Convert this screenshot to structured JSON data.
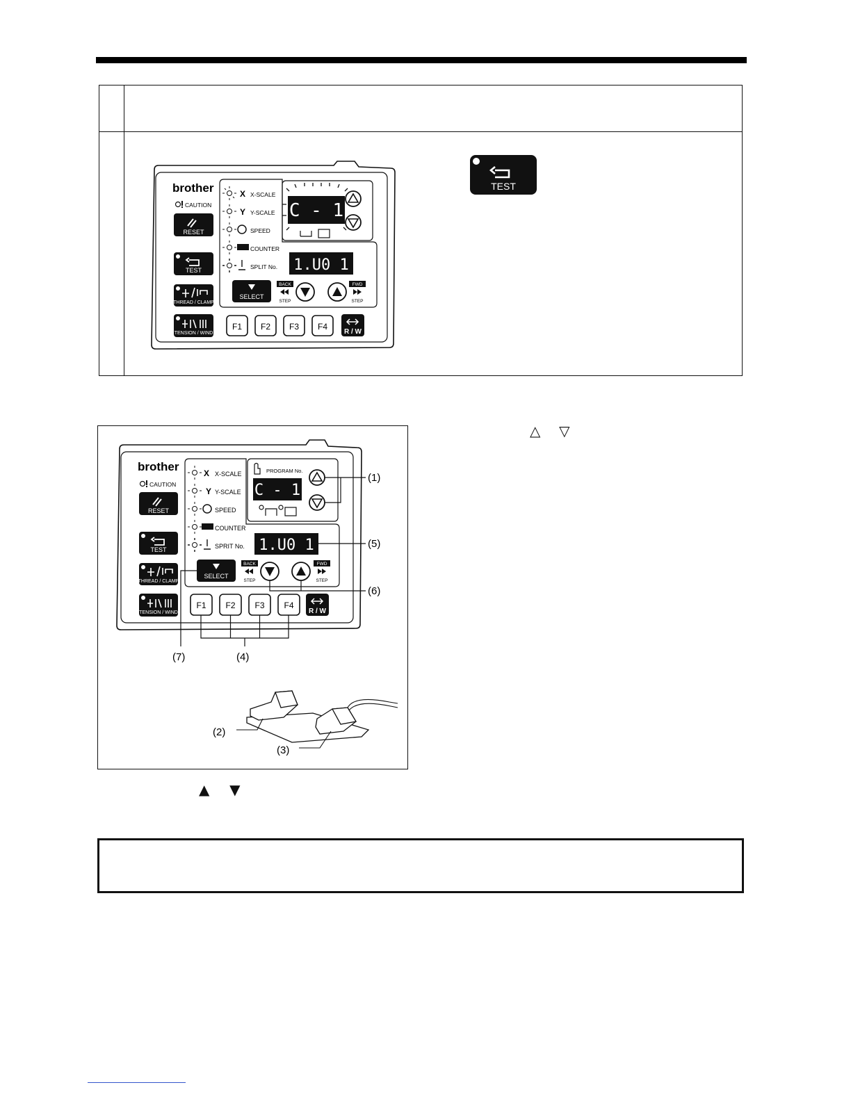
{
  "panel_top": {
    "brand": "brother",
    "caution": "CAUTION",
    "reset": "RESET",
    "test": "TEST",
    "thread_clamp": "THREAD / CLAMP",
    "tension_wind": "TENSION / WIND",
    "indicators": [
      "X-SCALE",
      "Y-SCALE",
      "SPEED",
      "COUNTER",
      "SPLIT No."
    ],
    "program_display": "C - 1",
    "split_display": "1.U0 1",
    "select": "SELECT",
    "back": "BACK",
    "fwd": "FWD",
    "step": "STEP",
    "f_keys": [
      "F1",
      "F2",
      "F3",
      "F4"
    ],
    "rw": "R / W"
  },
  "test_key_large": {
    "label": "TEST"
  },
  "panel_bottom": {
    "brand": "brother",
    "caution": "CAUTION",
    "reset": "RESET",
    "test": "TEST",
    "thread_clamp": "THREAD / CLAMP",
    "tension_wind": "TENSION / WIND",
    "indicators": [
      "X-SCALE",
      "Y-SCALE",
      "SPEED",
      "COUNTER",
      "SPRIT No."
    ],
    "program_no": "PROGRAM No.",
    "program_display": "C - 1",
    "split_display": "1.U0 1",
    "select": "SELECT",
    "back": "BACK",
    "fwd": "FWD",
    "step": "STEP",
    "f_keys": [
      "F1",
      "F2",
      "F3",
      "F4"
    ],
    "rw": "R / W",
    "callouts": [
      "(1)",
      "(5)",
      "(6)",
      "(7)",
      "(4)",
      "(2)",
      "(3)"
    ]
  },
  "symbols": {
    "hollow_up_down": [
      "△",
      "▽"
    ],
    "solid_up_down": [
      "▲",
      "▼"
    ]
  },
  "colors": {
    "ink": "#111111",
    "key_fill": "#111111",
    "link": "#3355cc"
  }
}
